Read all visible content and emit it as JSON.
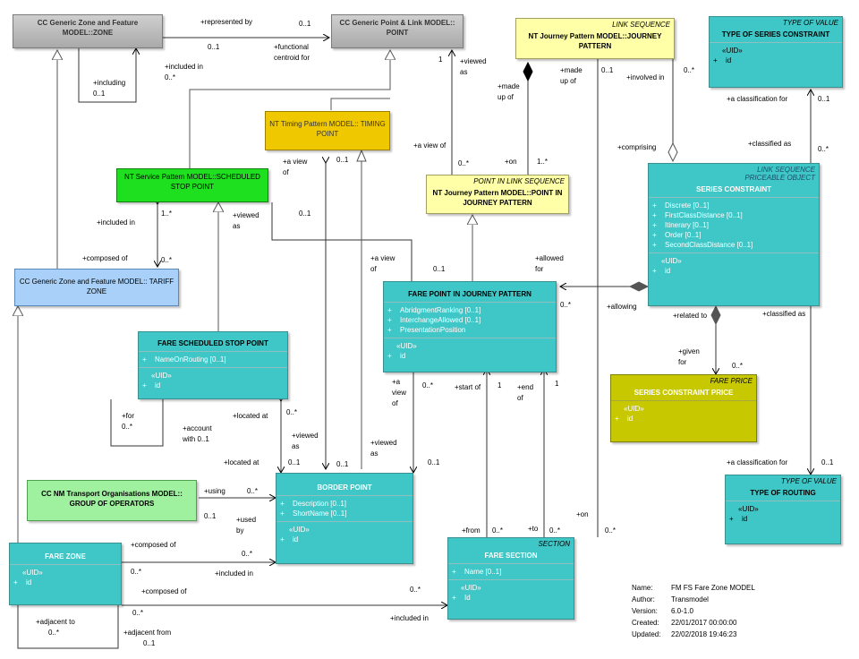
{
  "boxes": {
    "zone": {
      "title": "CC Generic Zone and Feature MODEL::ZONE"
    },
    "point": {
      "title": "CC Generic Point & Link MODEL:: POINT"
    },
    "jp": {
      "stereo": "LINK SEQUENCE",
      "title": "NT Journey Pattern MODEL::JOURNEY PATTERN"
    },
    "tosc": {
      "stereo": "TYPE OF VALUE",
      "title": "TYPE OF SERIES CONSTRAINT",
      "uid": "«UID»",
      "attr": "id"
    },
    "tp": {
      "title": "NT Timing Pattern MODEL:: TIMING POINT"
    },
    "ssp": {
      "title": "NT Service Pattern MODEL::SCHEDULED STOP POINT"
    },
    "pijp": {
      "stereo": "POINT IN LINK SEQUENCE",
      "title": "NT Journey Pattern MODEL::POINT IN JOURNEY PATTERN"
    },
    "sc": {
      "stereo1": "LINK SEQUENCE",
      "stereo2": "PRICEABLE OBJECT",
      "title": "SERIES CONSTRAINT",
      "attrs": [
        "Discrete [0..1]",
        "FirstClassDistance [0..1]",
        "Itinerary [0..1]",
        "Order [0..1]",
        "SecondClassDistance [0..1]"
      ],
      "uid": "«UID»",
      "attr": "id"
    },
    "tz": {
      "title": "CC Generic Zone and Feature MODEL:: TARIFF ZONE"
    },
    "fpijp": {
      "title": "FARE POINT IN JOURNEY PATTERN",
      "attrs": [
        "AbridgmentRanking [0..1]",
        "InterchangeAllowed [0..1]",
        "PresentationPosition"
      ],
      "uid": "«UID»",
      "attr": "id"
    },
    "fssp": {
      "title": "FARE SCHEDULED STOP POINT",
      "attrs": [
        "NameOnRouting [0..1]"
      ],
      "uid": "«UID»",
      "attr": "id"
    },
    "scp": {
      "stereo": "FARE PRICE",
      "title": "SERIES CONSTRAINT PRICE",
      "uid": "«UID»",
      "attr": "id"
    },
    "goo": {
      "title": "CC NM Transport Organisations MODEL:: GROUP OF OPERATORS"
    },
    "bp": {
      "title": "BORDER POINT",
      "attrs": [
        "Description [0..1]",
        "ShortName [0..1]"
      ],
      "uid": "«UID»",
      "attr": "id"
    },
    "tor": {
      "stereo": "TYPE OF VALUE",
      "title": "TYPE OF ROUTING",
      "uid": "«UID»",
      "attr": "id"
    },
    "fz": {
      "title": "FARE ZONE",
      "uid": "«UID»",
      "attr": "id"
    },
    "fs": {
      "stereo": "SECTION",
      "title": "FARE SECTION",
      "attrs": [
        "Name [0..1]"
      ],
      "uid": "«UID»",
      "attr": "Id"
    }
  },
  "labels": {
    "l1": "+represented by",
    "l2": "0..1",
    "l3": "0..1",
    "l4": "+functional",
    "l5": "centroid for",
    "l6": "+included in",
    "l7": "0..*",
    "l8": "+including",
    "l9": "0..1",
    "l10": "+viewed",
    "l11": "as",
    "l12": "1",
    "l13": "+made",
    "l14": "up of",
    "l15": "0..1",
    "l16": "+made",
    "l17": "up of",
    "l18": "+involved in",
    "l19": "0..*",
    "l20": "+a classification for",
    "l21": "0..1",
    "l22": "+comprising",
    "l23": "+classified as",
    "l24": "0..*",
    "l25": "+a view of",
    "l26": "0..*",
    "l27": "+on",
    "l28": "1..*",
    "l29": "+a view",
    "l30": "of",
    "l31": "0..1",
    "l32": "0..1",
    "l33": "+viewed",
    "l34": "as",
    "l35": "+included in",
    "l36": "1..*",
    "l37": "+composed of",
    "l38": "0..*",
    "l39": "+a view",
    "l40": "of",
    "l41": "+allowed",
    "l42": "for",
    "l43": "0..1",
    "l44": "0..*",
    "l45": "+allowing",
    "l46": "+related to",
    "l47": "+classified as",
    "l48": "+given",
    "l49": "for",
    "l50": "0..*",
    "l51": "+for",
    "l52": "0..*",
    "l53": "+account",
    "l54": "with 0..1",
    "l55": "+located at",
    "l56": "0..*",
    "l57": "+viewed",
    "l58": "as",
    "l59": "+a",
    "l60": "view",
    "l61": "of",
    "l62": "0..*",
    "l63": "+start of",
    "l64": "1",
    "l65": "+end",
    "l66": "of",
    "l67": "1",
    "l68": "+located at",
    "l69": "0..1",
    "l70": "+viewed",
    "l71": "as",
    "l72": "0..1",
    "l73": "+a classification for",
    "l74": "0..1",
    "l75": "+using",
    "l76": "0..*",
    "l77": "0..1",
    "l78": "+used",
    "l79": "by",
    "l80": "+composed of",
    "l81": "0..*",
    "l82": "0..*",
    "l83": "+included in",
    "l84": "+on",
    "l85": "+from",
    "l86": "0..*",
    "l87": "+to",
    "l88": "0..*",
    "l89": "0..*",
    "l90": "+composed of",
    "l91": "0..*",
    "l92": "0..*",
    "l93": "+included in",
    "l94": "+adjacent to",
    "l95": "0..*",
    "l96": "+adjacent from",
    "l97": "0..1"
  },
  "meta": {
    "name_k": "Name:",
    "name_v": "FM FS Fare Zone MODEL",
    "author_k": "Author:",
    "author_v": "Transmodel",
    "version_k": "Version:",
    "version_v": "6.0-1.0",
    "created_k": "Created:",
    "created_v": "22/01/2017 00:00:00",
    "updated_k": "Updated:",
    "updated_v": "22/02/2018 19:46:23"
  }
}
